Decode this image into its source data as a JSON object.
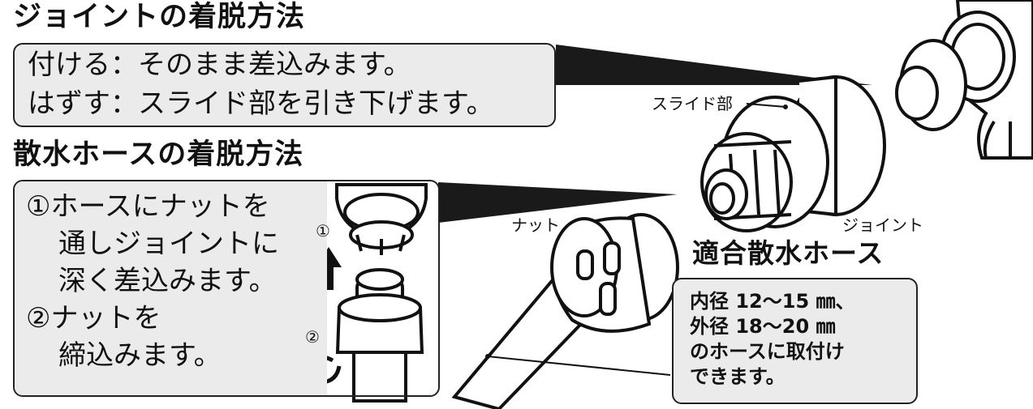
{
  "joint_section": {
    "heading": "ジョイントの着脱方法",
    "line1": "付ける：そのまま差込みます。",
    "line2": "はずす：スライド部を引き下げます。"
  },
  "hose_section": {
    "heading": "散水ホースの着脱方法",
    "step1_line1": "①ホースにナットを",
    "step1_line2": "通しジョイントに",
    "step1_line3": "深く差込みます。",
    "step2_line1": "②ナットを",
    "step2_line2": "締込みます。",
    "step1_marker": "①",
    "step2_marker": "②"
  },
  "labels": {
    "slide_part": "スライド部",
    "nut": "ナット",
    "joint": "ジョイント"
  },
  "compatible_hose": {
    "heading": "適合散水ホース",
    "line1": "内径 12〜15 ㎜、",
    "line2": "外径 18〜20 ㎜",
    "line3": "のホースに取付け",
    "line4": "できます。"
  },
  "icons": [
    "up-arrow-icon",
    "rotate-arrow-icon"
  ]
}
